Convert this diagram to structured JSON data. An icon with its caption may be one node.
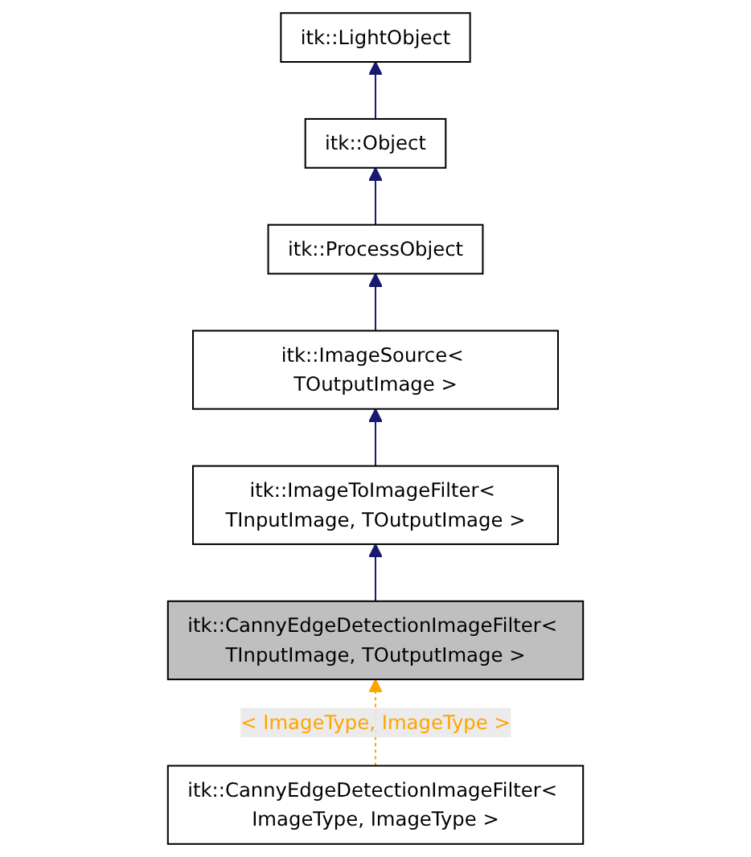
{
  "diagram": {
    "nodes": [
      {
        "text": [
          "itk::LightObject"
        ]
      },
      {
        "text": [
          "itk::Object"
        ]
      },
      {
        "text": [
          "itk::ProcessObject"
        ]
      },
      {
        "text": [
          "itk::ImageSource< TOutputImage >"
        ]
      },
      {
        "text": [
          "itk::ImageToImageFilter< TInputImage, TOutputImage >"
        ]
      },
      {
        "text": [
          "itk::CannyEdgeDetectionImageFilter< TInputImage, TOutputImage >"
        ]
      },
      {
        "text": [
          "itk::CannyEdgeDetectionImageFilter< ImageType, ImageType >"
        ]
      }
    ],
    "edges": [
      {
        "from": 1,
        "to": 0,
        "arrow": "to"
      },
      {
        "from": 2,
        "to": 1,
        "arrow": "to"
      },
      {
        "from": 3,
        "to": 2,
        "arrow": "to"
      },
      {
        "from": 4,
        "to": 3,
        "arrow": "to"
      },
      {
        "from": 5,
        "to": 4,
        "arrow": "to"
      },
      {
        "from": 6,
        "to": 5,
        "arrow": "to",
        "label": "< ImageType, ImageType >",
        "style": "dashed",
        "color": "#ffa500"
      }
    ]
  }
}
